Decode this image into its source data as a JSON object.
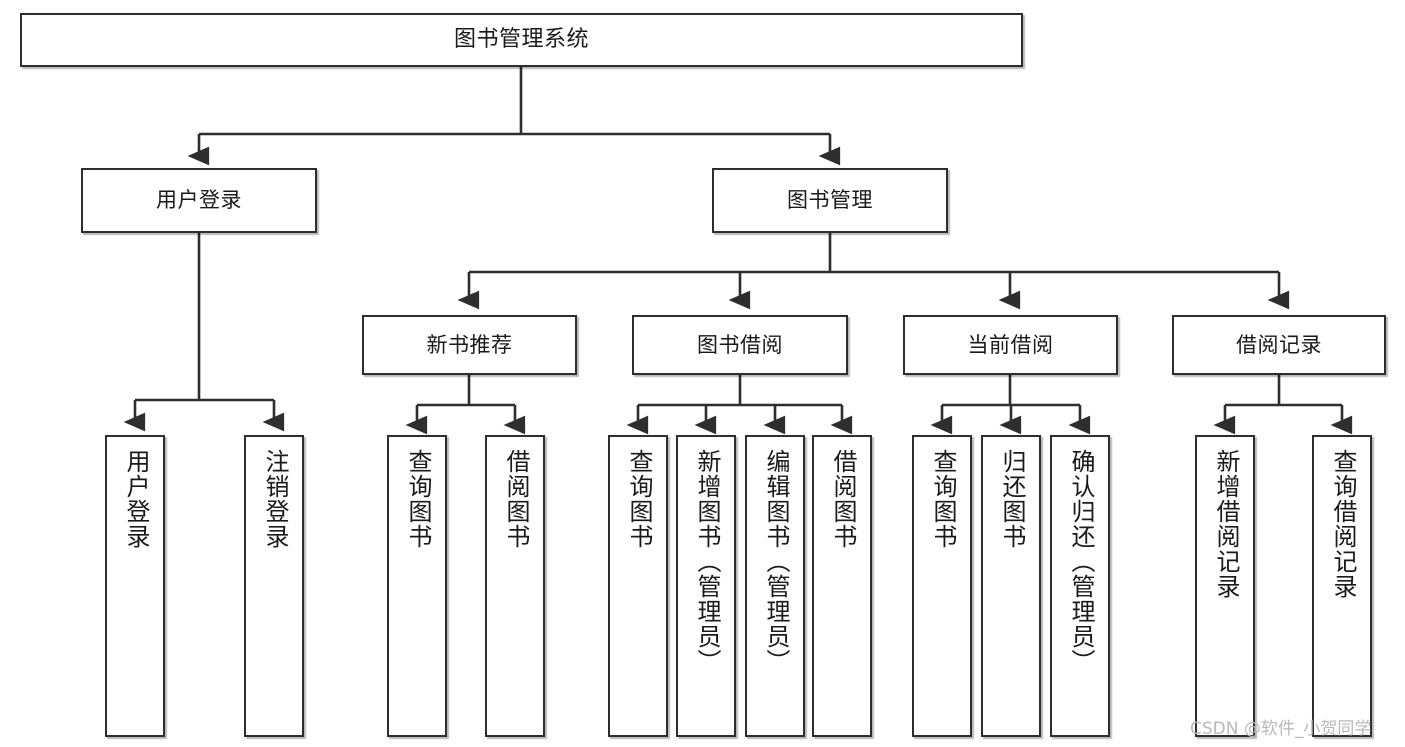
{
  "diagram": {
    "type": "tree",
    "title": "图书管理系统",
    "orientation": "top-down",
    "colors": {
      "box_border": "#2e2e2e",
      "box_fill": "#ffffff",
      "edge": "#2e2e2e",
      "text": "#1a1a1a",
      "watermark": "#b9b9b9",
      "background": "#ffffff"
    },
    "root": {
      "label": "图书管理系统"
    },
    "level2": [
      {
        "label": "用户登录"
      },
      {
        "label": "图书管理"
      }
    ],
    "level3": [
      {
        "label": "新书推荐"
      },
      {
        "label": "图书借阅"
      },
      {
        "label": "当前借阅"
      },
      {
        "label": "借阅记录"
      }
    ],
    "leaves": {
      "user_login": [
        {
          "label": "用户登录"
        },
        {
          "label": "注销登录"
        }
      ],
      "new_book_recommend": [
        {
          "label": "查询图书"
        },
        {
          "label": "借阅图书"
        }
      ],
      "book_borrow": [
        {
          "label": "查询图书"
        },
        {
          "label": "新增图书（管理员）"
        },
        {
          "label": "编辑图书（管理员）"
        },
        {
          "label": "借阅图书"
        }
      ],
      "current_borrow": [
        {
          "label": "查询图书"
        },
        {
          "label": "归还图书"
        },
        {
          "label": "确认归还（管理员）"
        }
      ],
      "borrow_record": [
        {
          "label": "新增借阅记录"
        },
        {
          "label": "查询借阅记录"
        }
      ]
    }
  },
  "watermark": {
    "text": "CSDN @软件_小贺同学"
  }
}
